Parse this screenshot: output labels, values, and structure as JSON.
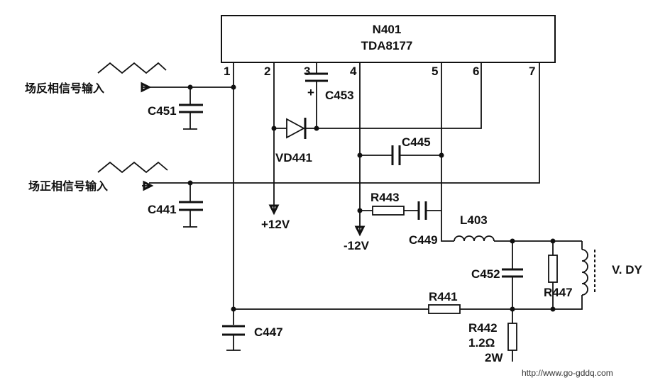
{
  "chip": {
    "designator": "N401",
    "part": "TDA8177"
  },
  "pins": [
    "1",
    "2",
    "3",
    "4",
    "5",
    "6",
    "7"
  ],
  "inputs": {
    "inverted": "场反相信号输入",
    "normal": "场正相信号输入"
  },
  "supplies": {
    "positive": "+12V",
    "negative": "-12V"
  },
  "components": {
    "c451": "C451",
    "c441": "C441",
    "c453": "C453",
    "vd441": "VD441",
    "c445": "C445",
    "r443": "R443",
    "c449": "C449",
    "l403": "L403",
    "c452": "C452",
    "r447": "R447",
    "r441": "R441",
    "r442": "R442",
    "r442_value": "1.2Ω",
    "r442_power": "2W",
    "c447": "C447",
    "c453_polarity": "+"
  },
  "load": "V. DY",
  "watermark": "http://www.go-gddq.com"
}
